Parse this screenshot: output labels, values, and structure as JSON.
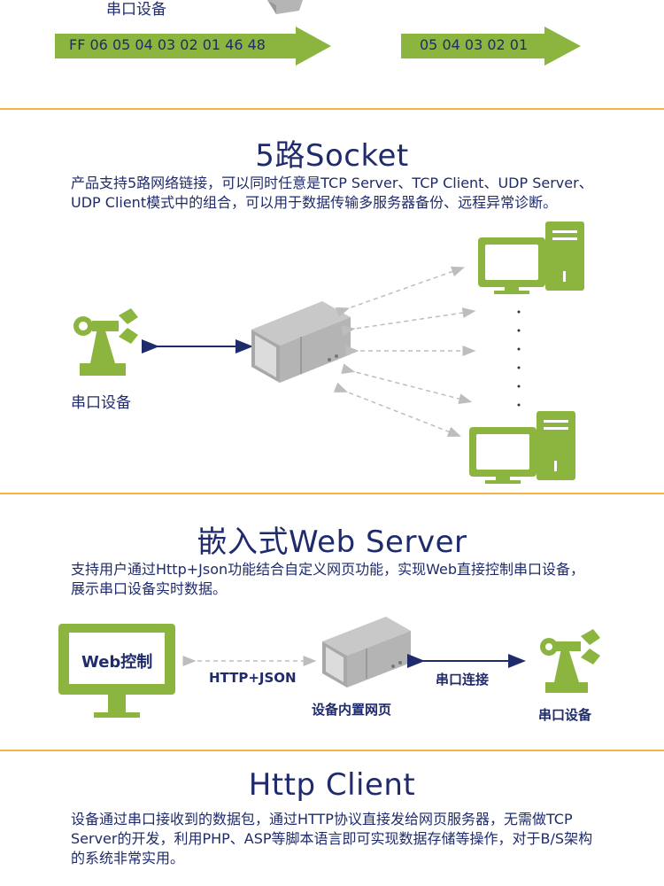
{
  "top": {
    "device_label": "串口设备",
    "arrow_left_text": "FF 06 05 04 03 02 01 46 48",
    "arrow_right_text": "05 04 03 02 01"
  },
  "socket": {
    "title": "5路Socket",
    "paragraph": "产品支持5路网络链接，可以同时任意是TCP Server、TCP Client、UDP Server、UDP Client模式中的组合，可以用于数据传输多服务器备份、远程异常诊断。",
    "device_label": "串口设备"
  },
  "webserver": {
    "title": "嵌入式Web Server",
    "paragraph": "支持用户通过Http+Json功能结合自定义网页功能，实现Web直接控制串口设备，展示串口设备实时数据。",
    "monitor_text": "Web控制",
    "http_label": "HTTP+JSON",
    "device_caption": "设备内置网页",
    "serial_link_label": "串口连接",
    "device_label": "串口设备"
  },
  "httpclient": {
    "title": "Http Client",
    "paragraph": "设备通过串口接收到的数据包，通过HTTP协议直接发给网页服务器，无需做TCP Server的开发，利用PHP、ASP等脚本语言即可实现数据存储等操作，对于B/S架构的系统非常实用。"
  },
  "colors": {
    "green": "#8cb53f",
    "navy": "#1f2b6b",
    "divider": "#f0b545",
    "gray_dashed": "#bdbdbd"
  }
}
